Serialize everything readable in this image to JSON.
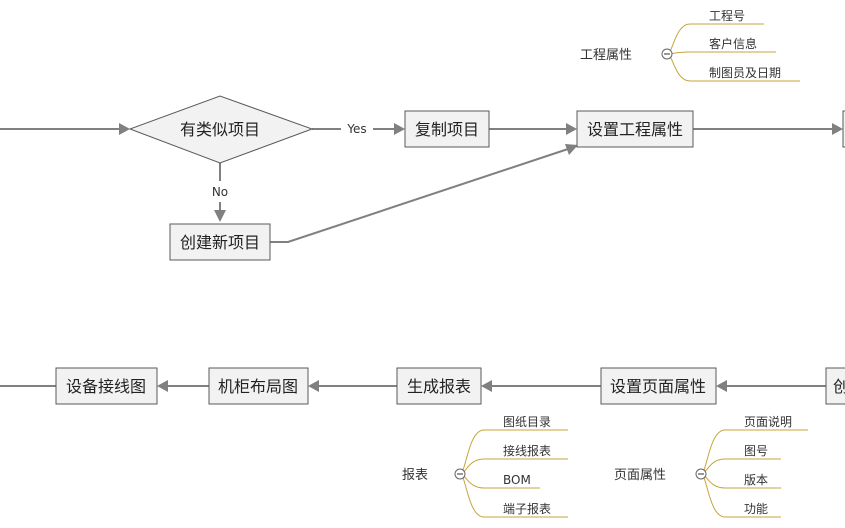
{
  "flow": {
    "decision": "有类似项目",
    "copy_project": "复制项目",
    "new_project": "创建新项目",
    "project_props": "设置工程属性",
    "yes_label": "Yes",
    "no_label": "No",
    "page_props": "设置页面属性",
    "gen_report": "生成报表",
    "cabinet_layout": "机柜布局图",
    "wiring_diagram": "设备接线图",
    "partial_right_bottom": "创"
  },
  "mindmaps": {
    "project": {
      "root": "工程属性",
      "items": [
        "工程号",
        "客户信息",
        "制图员及日期"
      ]
    },
    "report": {
      "root": "报表",
      "items": [
        "图纸目录",
        "接线报表",
        "BOM",
        "端子报表"
      ]
    },
    "page": {
      "root": "页面属性",
      "items": [
        "页面说明",
        "图号",
        "版本",
        "功能"
      ]
    }
  },
  "colors": {
    "connector": "#808080",
    "box_fill": "#f2f2f2",
    "box_border": "#5a5a5a",
    "mindmap_branch": "#c8a43a"
  }
}
